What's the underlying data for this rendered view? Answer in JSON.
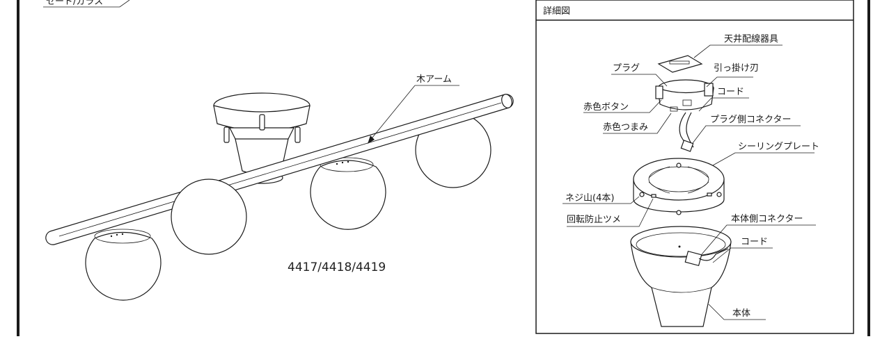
{
  "left_panel": {
    "top_callout": "セード/ガラス",
    "arm_label": "木アーム",
    "model_number": "4417/4418/4419"
  },
  "detail_panel": {
    "title": "詳細図",
    "labels": {
      "ceiling_fixture": "天井配線器具",
      "plug": "プラグ",
      "hook_blade": "引っ掛け刃",
      "cord_top": "コード",
      "red_button": "赤色ボタン",
      "red_knob": "赤色つまみ",
      "plug_connector": "プラグ側コネクター",
      "ceiling_plate": "シーリングプレート",
      "screw_posts": "ネジ山(4本)",
      "anti_rotation_tab": "回転防止ツメ",
      "body_connector": "本体側コネクター",
      "cord_bottom": "コード",
      "body": "本体"
    }
  }
}
